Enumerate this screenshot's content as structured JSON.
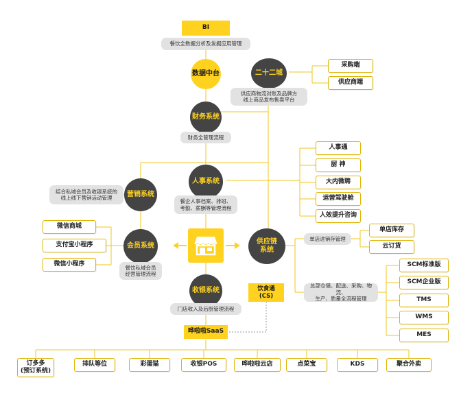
{
  "colors": {
    "accent": "#ffd21f",
    "dark": "#444444",
    "line": "#f0c419",
    "grey_box": "#e2e2e2"
  },
  "top": {
    "bi": "BI",
    "bi_desc": "餐饮全数据分析及发掘应用管理",
    "data_center": "数据中台",
    "finance": "财务系统",
    "finance_desc": "财务全管理流程",
    "marketplace": "二十二城",
    "marketplace_desc": [
      "供应商物流对账及品牌方",
      "线上商品发布售卖平台"
    ],
    "marketplace_items": [
      "采购端",
      "供应商端"
    ]
  },
  "middle": {
    "hr": "人事系统",
    "hr_desc": [
      "餐企人事档案、排班、",
      "考勤、薪酬等管理流程"
    ],
    "hr_items": [
      "人事通",
      "厨 神",
      "大内微聘",
      "运营驾驶舱",
      "人效提升咨询"
    ],
    "marketing": "营销系统",
    "marketing_desc": [
      "结合私域会员及收银系统的",
      "线上线下营销活动管理"
    ],
    "member": "会员系统",
    "member_desc": [
      "餐饮私域会员",
      "经营管理流程"
    ],
    "member_items": [
      "微信商城",
      "支付宝小程序",
      "微信小程序"
    ],
    "store_icon": "store-icon",
    "supply": [
      "供应链",
      "系统"
    ],
    "supply_desc1": "单店进销存管理",
    "supply_items1": [
      "单店库存",
      "云订货"
    ],
    "supply_desc2": [
      "总部仓储、配送、采购、物流、",
      "生产、质量全流程管理"
    ],
    "supply_items2": [
      "SCM标准版",
      "SCM企业版",
      "TMS",
      "WMS",
      "MES"
    ]
  },
  "bottom": {
    "pos": "收银系统",
    "pos_desc": "门店收入及后厨管理流程",
    "yst": [
      "饮食通",
      "(CS)"
    ],
    "saas": "哗啦啦SaaS",
    "saas_items": [
      "订多多\n(预订系统)",
      "排队等位",
      "彩蛋猫",
      "收银POS",
      "哗啦啦云店",
      "点菜宝",
      "KDS",
      "聚合外卖"
    ]
  }
}
